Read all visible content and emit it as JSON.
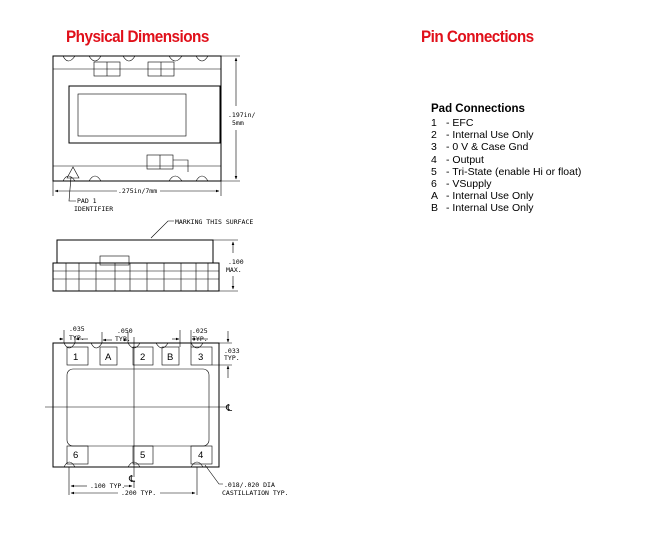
{
  "headings": {
    "physical": "Physical Dimensions",
    "pins": "Pin Connections"
  },
  "pad_connections": {
    "title": "Pad Connections",
    "items": [
      {
        "pad": "1",
        "desc": "- EFC"
      },
      {
        "pad": "2",
        "desc": "- Internal Use Only"
      },
      {
        "pad": "3",
        "desc": "- 0 V & Case Gnd"
      },
      {
        "pad": "4",
        "desc": "- Output"
      },
      {
        "pad": "5",
        "desc": "- Tri-State (enable Hi or float)"
      },
      {
        "pad": "6",
        "desc": "- VSupply"
      },
      {
        "pad": "A",
        "desc": "- Internal Use Only"
      },
      {
        "pad": "B",
        "desc": "- Internal Use Only"
      }
    ]
  },
  "top_view": {
    "height_label_1": ".197in/",
    "height_label_2": "5mm",
    "width_label": ".275in/7mm",
    "pad1_label_1": "PAD 1",
    "pad1_label_2": "IDENTIFIER"
  },
  "side_view": {
    "marking_label": "MARKING THIS SURFACE",
    "height_label_1": ".100",
    "height_label_2": "MAX."
  },
  "bottom_view": {
    "dim_035": ".035",
    "dim_050": ".050",
    "dim_025": ".025",
    "dim_033": ".033",
    "typ": "TYP.",
    "dim_100_typ": ".100 TYP.",
    "dim_200_typ": ".200 TYP.",
    "castellation_1": ".018/.020 DIA",
    "castellation_2": "CASTILLATION TYP.",
    "pads": {
      "p1": "1",
      "pA": "A",
      "p2": "2",
      "pB": "B",
      "p3": "3",
      "p6": "6",
      "p5": "5",
      "p4": "4"
    }
  }
}
